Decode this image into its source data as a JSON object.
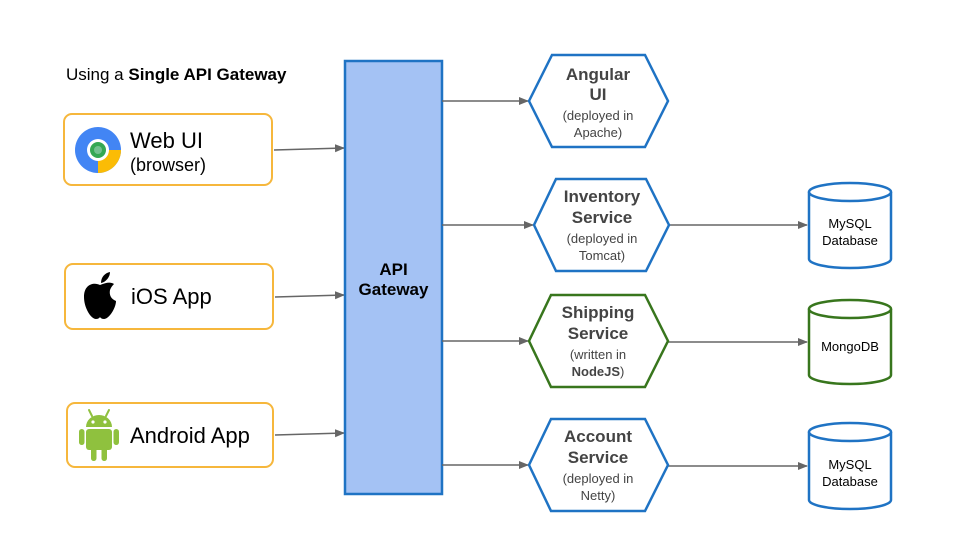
{
  "title": {
    "prefix": "Using a ",
    "emphasis": "Single API Gateway"
  },
  "colors": {
    "client_border": "#f6b73c",
    "gateway_fill": "#a4c2f4",
    "gateway_border": "#1f73c4",
    "service_blue": "#1f73c4",
    "service_green": "#38761d",
    "arrow": "#666666",
    "android_green": "#8fc13e"
  },
  "clients": [
    {
      "name": "web-ui",
      "icon": "chrome-icon",
      "label": "Web UI",
      "sublabel": "(browser)"
    },
    {
      "name": "ios-app",
      "icon": "apple-icon",
      "label": "iOS App"
    },
    {
      "name": "android-app",
      "icon": "android-icon",
      "label": "Android App"
    }
  ],
  "gateway": {
    "line1": "API",
    "line2": "Gateway"
  },
  "services": [
    {
      "name": "angular-ui",
      "title1": "Angular",
      "title2": "UI",
      "note1": "(deployed in",
      "note2": "Apache)",
      "color": "blue"
    },
    {
      "name": "inventory-service",
      "title1": "Inventory",
      "title2": "Service",
      "note1": "(deployed in",
      "note2": "Tomcat)",
      "color": "blue"
    },
    {
      "name": "shipping-service",
      "title1": "Shipping",
      "title2": "Service",
      "note1": "(written in",
      "note2_bold": "NodeJS",
      "note2_tail": ")",
      "color": "green"
    },
    {
      "name": "account-service",
      "title1": "Account",
      "title2": "Service",
      "note1": "(deployed in",
      "note2": "Netty)",
      "color": "blue"
    }
  ],
  "databases": [
    {
      "name": "inventory-db",
      "line1": "MySQL",
      "line2": "Database",
      "color": "blue"
    },
    {
      "name": "shipping-db",
      "line1": "MongoDB",
      "color": "green"
    },
    {
      "name": "account-db",
      "line1": "MySQL",
      "line2": "Database",
      "color": "blue"
    }
  ]
}
